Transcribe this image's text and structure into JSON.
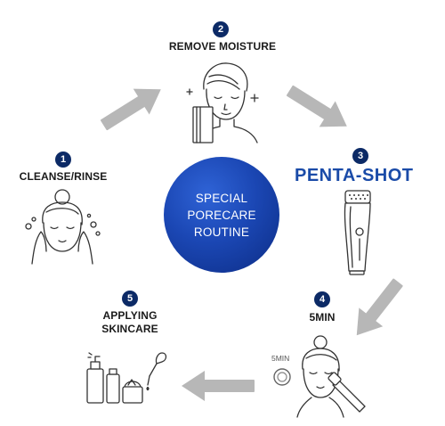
{
  "center": {
    "lines": [
      "SPECIAL",
      "PORECARE",
      "ROUTINE"
    ]
  },
  "steps": [
    {
      "number": "1",
      "label": "CLEANSE/RINSE"
    },
    {
      "number": "2",
      "label": "REMOVE MOISTURE"
    },
    {
      "number": "3",
      "brand": "PENTA-SHOT"
    },
    {
      "number": "4",
      "label": "5MIN",
      "timer_label": "5MIN"
    },
    {
      "number": "5",
      "label_lines": [
        "APPLYING",
        "SKINCARE"
      ]
    }
  ],
  "colors": {
    "accent_navy": "#0c2a66",
    "brand_blue": "#1a4ba8",
    "arrow_gray": "#b5b5b5"
  }
}
